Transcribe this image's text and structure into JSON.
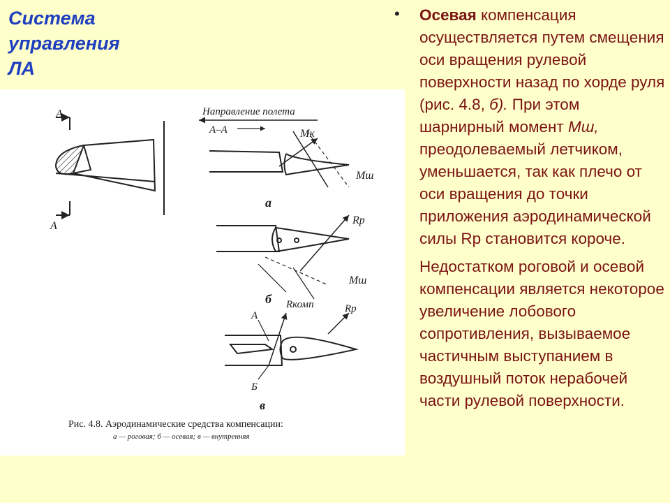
{
  "title": {
    "line1": "Система",
    "line2": "управления",
    "line3": "ЛА"
  },
  "figure": {
    "caption_line1": "Рис. 4.8. Аэродинамические средства компенсации:",
    "caption_line2": "а — роговая;  б — осевая;  в — внутренняя",
    "direction_label": "Направление полета",
    "section_label": "А–А",
    "label_A_top": "А",
    "label_A_bottom": "А",
    "label_Mk": "Mк",
    "label_Msh_a": "Mш",
    "label_Rp_b": "Rp",
    "label_Msh_b": "Mш",
    "label_Rkomp": "Rкомп",
    "label_Rp_c": "Rp",
    "label_A_c": "А",
    "label_B_c": "Б",
    "sub_a": "а",
    "sub_b": "б",
    "sub_c": "в"
  },
  "text": {
    "p1_bullet": "•",
    "p1_bold": "Осевая",
    "p1_part1": " компенсация осуществляется путем смещения оси вращения рулевой поверхности назад по хорде руля (рис. 4.8, ",
    "p1_italic1": "б).",
    "p1_part2": " При этом шарнирный момент ",
    "p1_italic2": "Мш,",
    "p1_part3": " преодолеваемый летчиком, уменьшается, так как плечо от оси вращения до точки приложения аэродинамической силы Rp становится короче.",
    "p2": "Недостатком роговой и осевой компенсации является некоторое увеличение лобового сопротивления, вызываемое частичным выступанием в воздушный поток нерабочей части рулевой поверхности."
  }
}
